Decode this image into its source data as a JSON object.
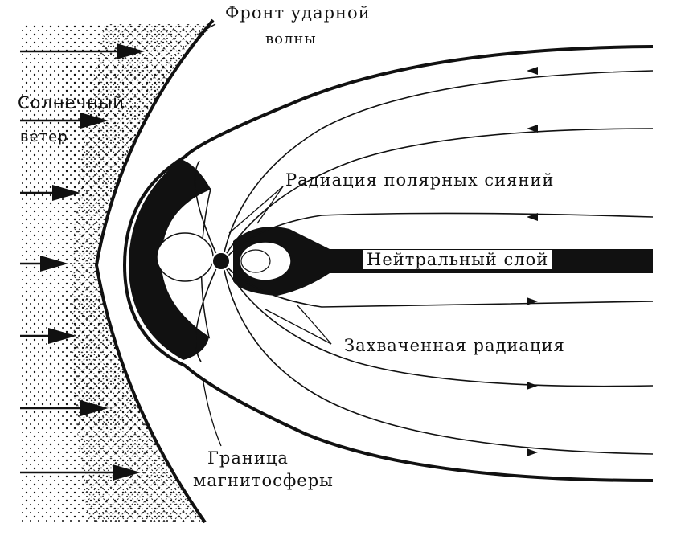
{
  "labels": {
    "shock_front_1": "Фронт ударной",
    "shock_front_2": "волны",
    "solar_wind_1": "Солнечный",
    "solar_wind_2": "ветер",
    "aurora_radiation": "Радиация полярных сияний",
    "neutral_sheet": "Нейтральный слой",
    "trapped_radiation": "Захваченная радиация",
    "magnetopause_1": "Граница",
    "magnetopause_2": "магнитосферы"
  },
  "colors": {
    "ink": "#111111",
    "paper": "#ffffff"
  }
}
